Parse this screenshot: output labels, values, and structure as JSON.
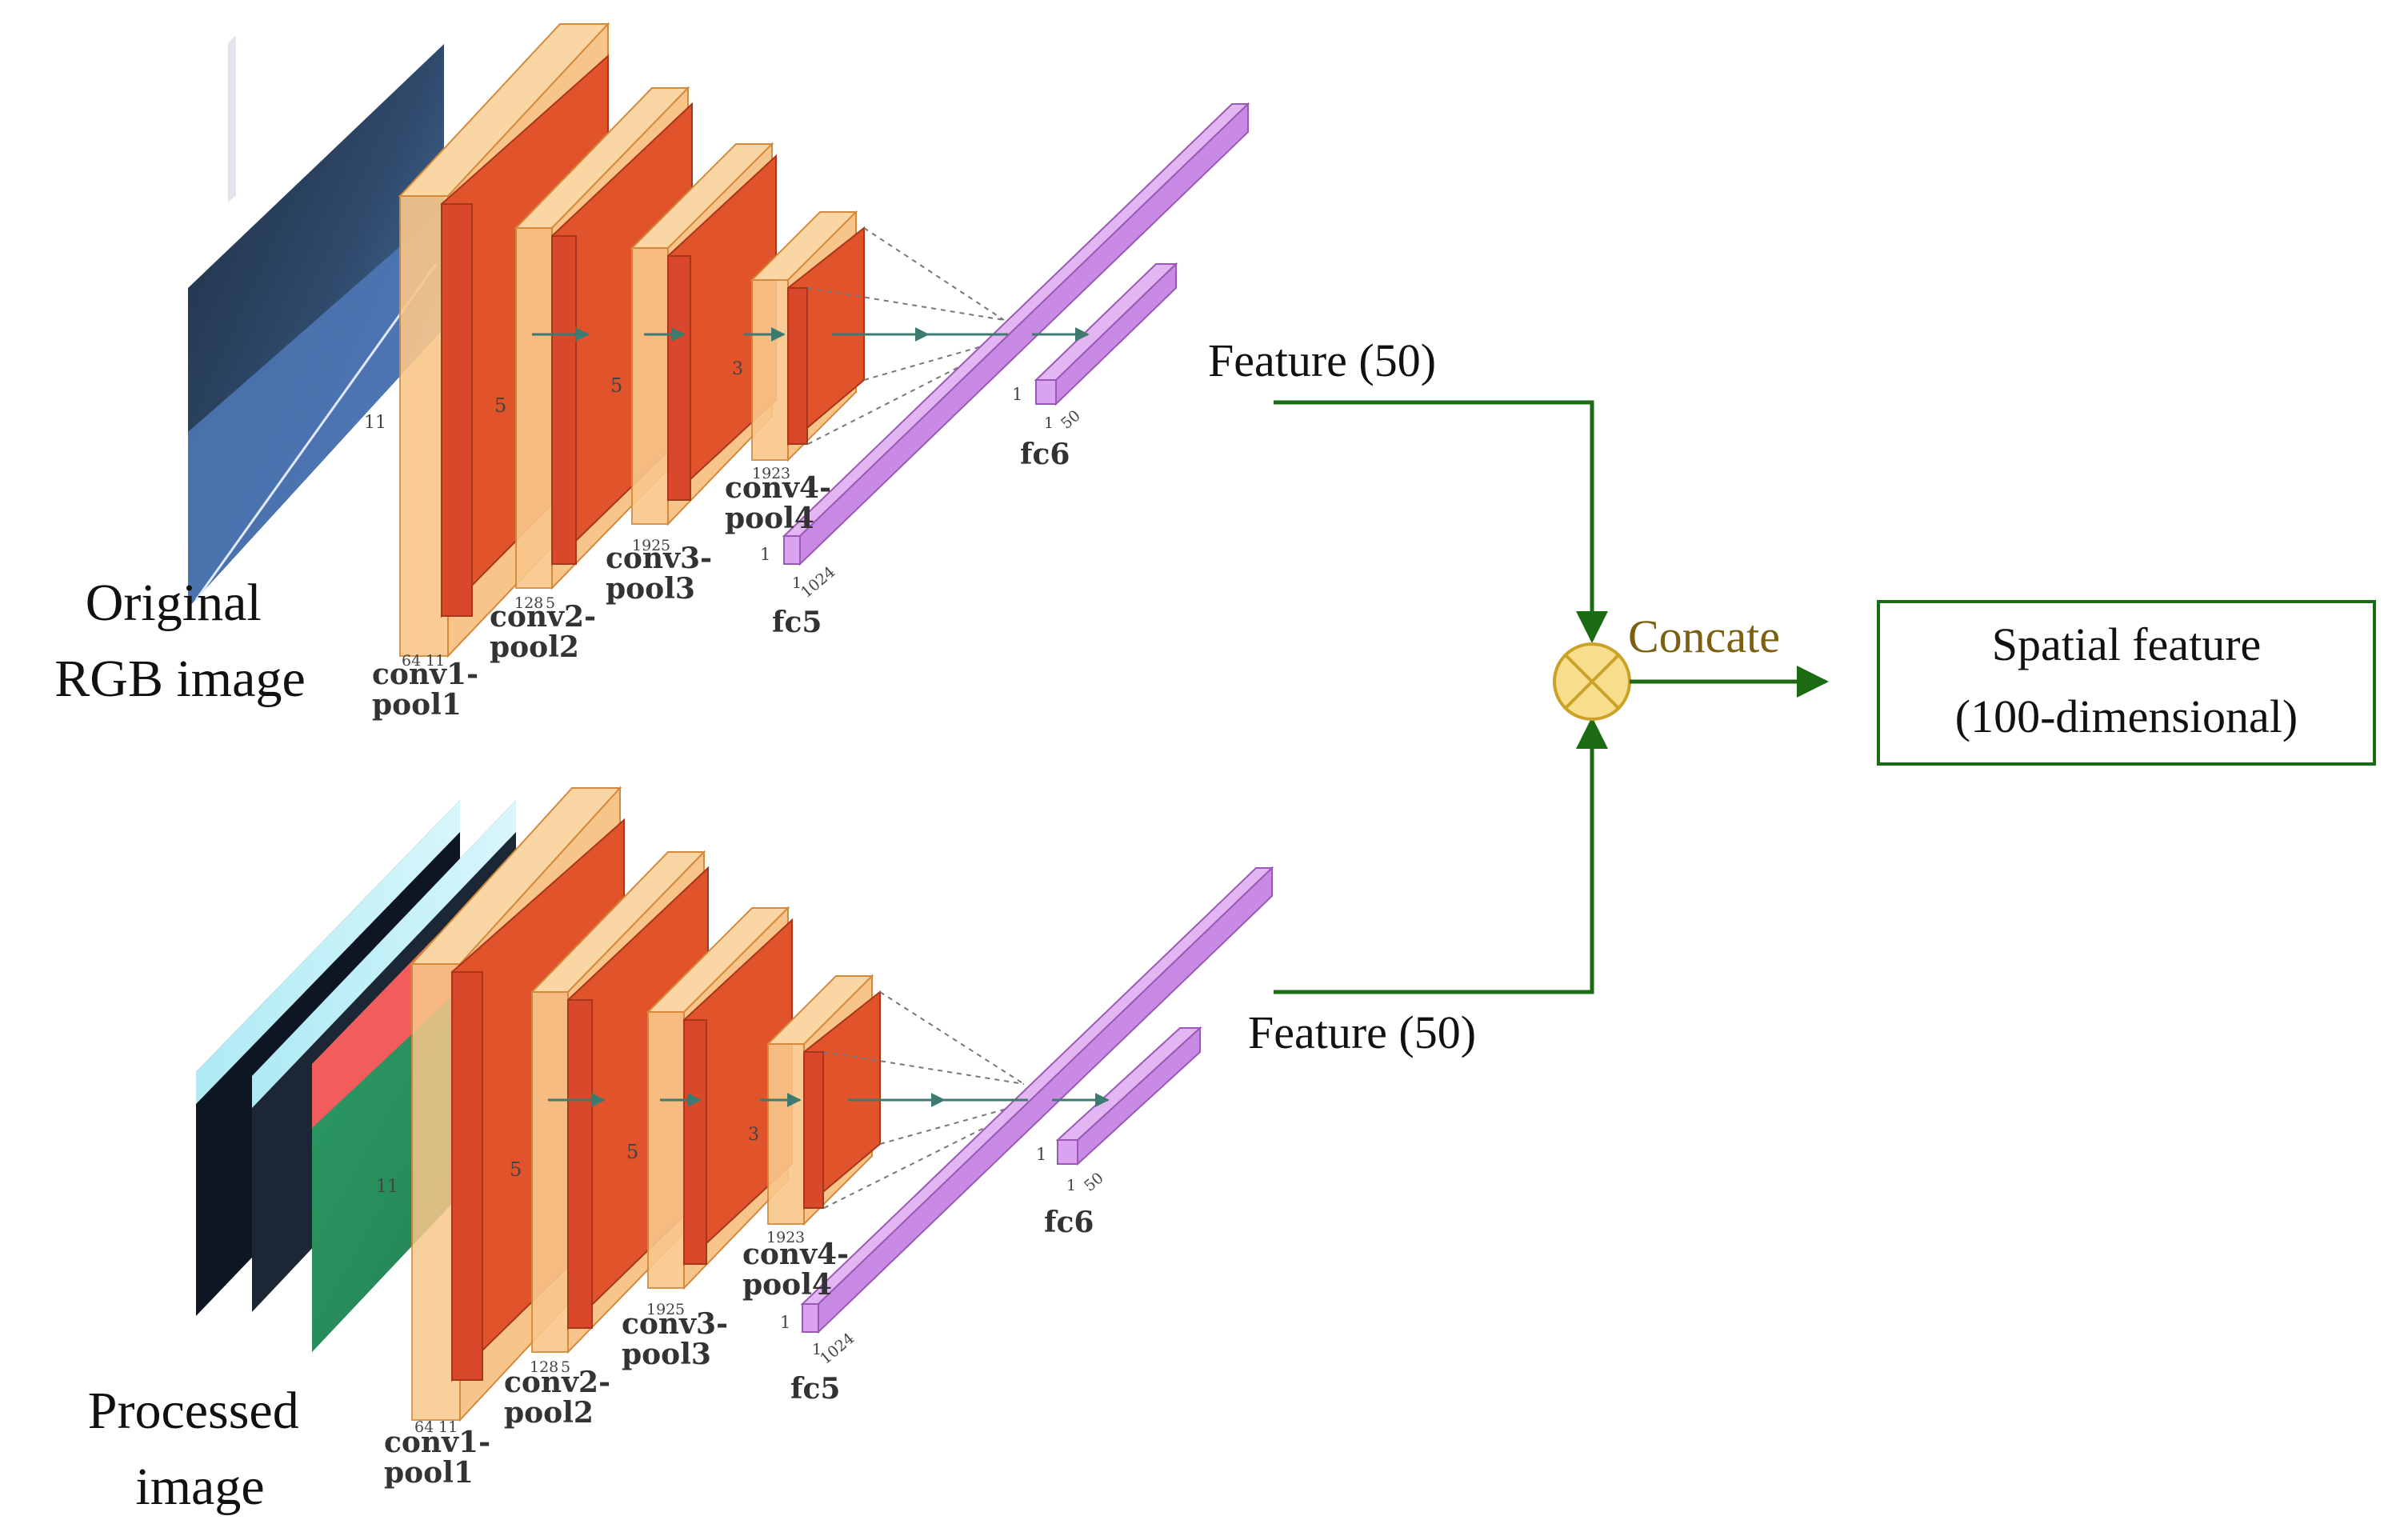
{
  "branches": [
    {
      "input_label": "Original RGB image",
      "feature_label": "Feature (50)",
      "layers": {
        "conv1": {
          "name": "conv1-pool1",
          "kernel": "11",
          "channels": "64",
          "size": "11"
        },
        "conv2": {
          "name": "conv2-pool2",
          "kernel": "5",
          "channels": "128",
          "size": "5"
        },
        "conv3": {
          "name": "conv3-pool3",
          "kernel": "5",
          "channels": "192",
          "size": "5"
        },
        "conv4": {
          "name": "conv4-pool4",
          "kernel": "3",
          "channels": "192",
          "size": "3"
        },
        "fc5": {
          "name": "fc5",
          "height": "1",
          "width": "1",
          "depth": "1024"
        },
        "fc6": {
          "name": "fc6",
          "height": "1",
          "width": "1",
          "depth": "50"
        }
      }
    },
    {
      "input_label": "Processed image",
      "feature_label": "Feature (50)",
      "layers": {
        "conv1": {
          "name": "conv1-pool1",
          "kernel": "11",
          "channels": "64",
          "size": "11"
        },
        "conv2": {
          "name": "conv2-pool2",
          "kernel": "5",
          "channels": "128",
          "size": "5"
        },
        "conv3": {
          "name": "conv3-pool3",
          "kernel": "5",
          "channels": "192",
          "size": "5"
        },
        "conv4": {
          "name": "conv4-pool4",
          "kernel": "3",
          "channels": "192",
          "size": "3"
        },
        "fc5": {
          "name": "fc5",
          "height": "1",
          "width": "1",
          "depth": "1024"
        },
        "fc6": {
          "name": "fc6",
          "height": "1",
          "width": "1",
          "depth": "50"
        }
      }
    }
  ],
  "concat_label": "Concate",
  "output_label": {
    "line1": "Spatial feature",
    "line2": "(100-dimensional)"
  },
  "colors": {
    "arrow": "#1a6b12",
    "concat_fill": "#f7dd8c",
    "concat_stroke": "#c9a227",
    "concat_text": "#7a6010",
    "conv_light": "#f9c78a",
    "conv_dark": "#e0532b",
    "fc": "#c98ae6"
  }
}
